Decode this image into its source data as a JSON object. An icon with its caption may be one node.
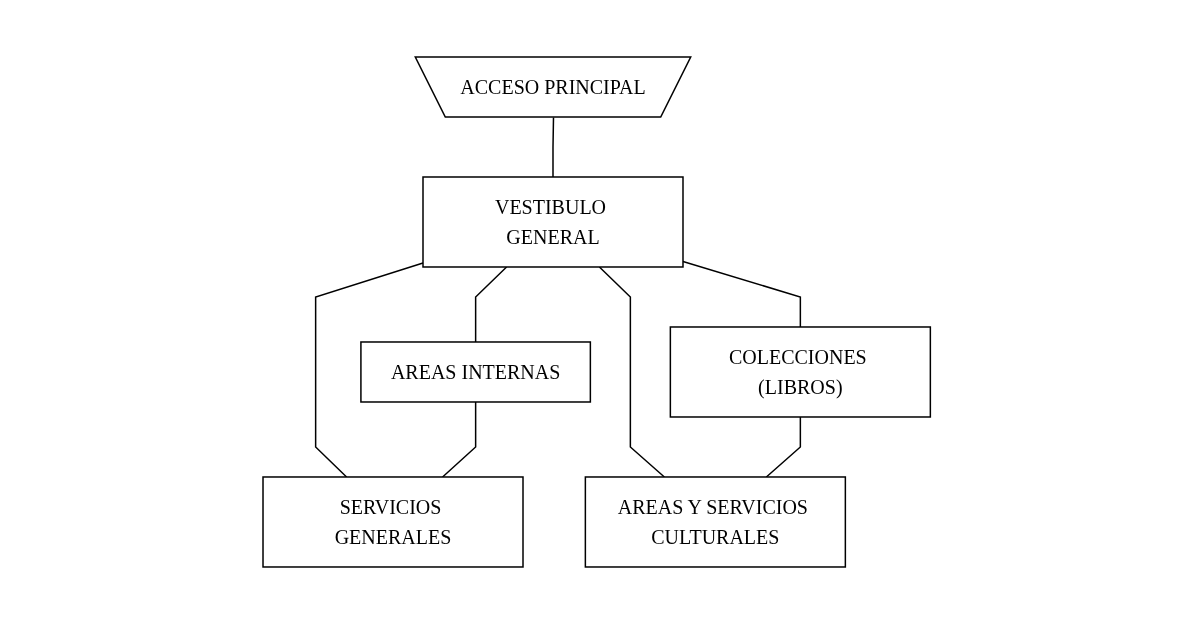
{
  "diagram": {
    "nodes": [
      {
        "text": [
          "ACCESO PRINCIPAL"
        ]
      },
      {
        "text": [
          "AREAS INTERNAS"
        ]
      },
      {
        "text": [
          "VESTIBULO GENERAL"
        ]
      },
      {
        "text": [
          "COLECCIONES (LIBROS)"
        ]
      },
      {
        "text": [
          "SERVICIOS GENERALES"
        ]
      },
      {
        "text": [
          "AREAS Y SERVICIOS CULTURALES"
        ]
      }
    ],
    "edges": [
      {
        "from": 0,
        "to": 2,
        "arrow": "none"
      },
      {
        "from": 2,
        "to": 1,
        "arrow": "none"
      },
      {
        "from": 2,
        "to": 3,
        "arrow": "none"
      },
      {
        "from": 2,
        "to": 4,
        "arrow": "none"
      },
      {
        "from": 2,
        "to": 5,
        "arrow": "none"
      },
      {
        "from": 1,
        "to": 4,
        "arrow": "none"
      },
      {
        "from": 3,
        "to": 5,
        "arrow": "none"
      }
    ]
  }
}
